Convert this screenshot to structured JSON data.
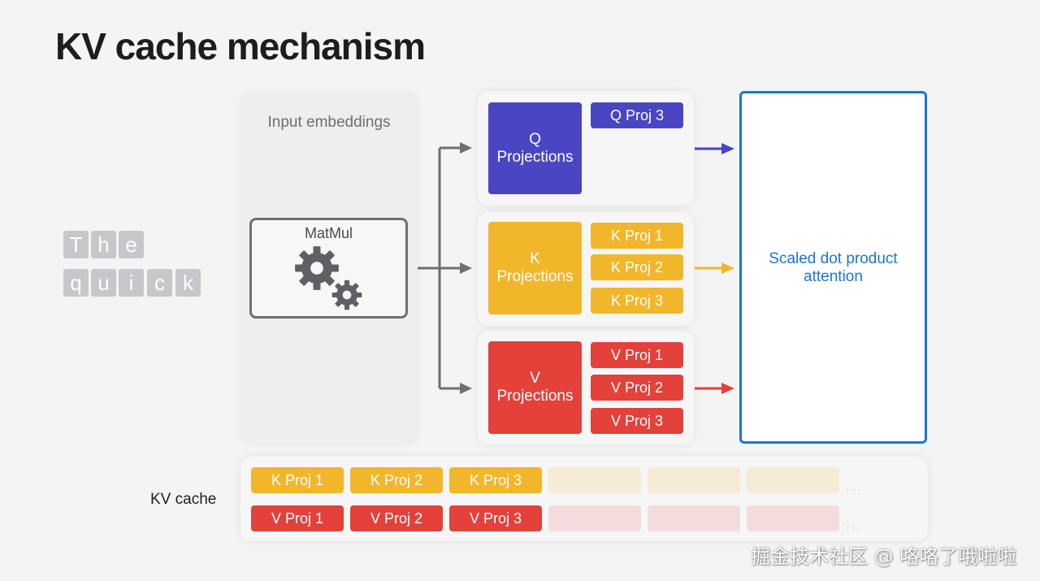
{
  "title": "KV cache mechanism",
  "input": {
    "label": "Input embeddings",
    "matmul_label": "MatMul",
    "gear_icon": "gear-icon"
  },
  "tokens": {
    "row1": [
      "T",
      "h",
      "e"
    ],
    "row2": [
      "q",
      "u",
      "i",
      "c",
      "k"
    ]
  },
  "q_group": {
    "big_line1": "Q",
    "big_line2": "Projections",
    "items": [
      "Q Proj 3"
    ]
  },
  "k_group": {
    "big_line1": "K",
    "big_line2": "Projections",
    "items": [
      "K Proj 1",
      "K Proj 2",
      "K Proj 3"
    ]
  },
  "v_group": {
    "big_line1": "V",
    "big_line2": "Projections",
    "items": [
      "V Proj 1",
      "V Proj 2",
      "V Proj 3"
    ]
  },
  "attention": {
    "line1": "Scaled dot product",
    "line2": "attention"
  },
  "kv_cache": {
    "label": "KV cache",
    "k_row": [
      "K Proj 1",
      "K Proj 2",
      "K Proj 3"
    ],
    "v_row": [
      "V Proj 1",
      "V Proj 2",
      "V Proj 3"
    ],
    "ellipsis": "..."
  },
  "colors": {
    "q": "#4a45c2",
    "k": "#f2b62b",
    "v": "#e3413a",
    "attention": "#1b74d8",
    "connector": "#6e6e73"
  },
  "watermark": "掘金技术社区 @ 咯咯了哦啦啦"
}
